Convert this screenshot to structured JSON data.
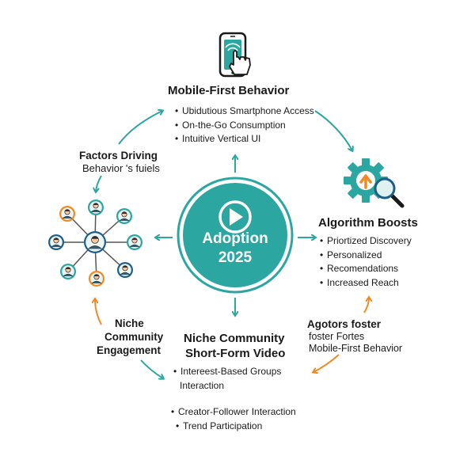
{
  "center": {
    "line1": "Adoption",
    "line2": "2025"
  },
  "mobile": {
    "title": "Mobile-First Behavior",
    "items": [
      "Ubidutious Smartphone Access",
      "On-the-Go Consumption",
      "Intuitive Vertical UI"
    ]
  },
  "algorithm": {
    "title": "Algorithm Boosts",
    "items": [
      "Priortized Discovery",
      "Personalized",
      "Recomendations",
      "Increased Reach"
    ]
  },
  "niche": {
    "title_line1": "Niche Community",
    "title_line2": "Short-Form Video",
    "items": [
      "Intereest-Based Groups",
      "Interaction"
    ],
    "items2": [
      "Creator-Follower Interaction",
      "Trend Participation"
    ]
  },
  "factors": {
    "line1": "Factors Driving",
    "line2": "Behavior 's fuiels"
  },
  "niche_left": {
    "line1": "Niche",
    "line2": "Community",
    "line3": "Engagement"
  },
  "agotors": {
    "line1": "Agotors foster",
    "line2": "foster Fortes",
    "line3": "Mobile-First Behavior"
  },
  "colors": {
    "teal": "#2ba6a0",
    "orange": "#f08a24",
    "dark": "#1a1a1a"
  },
  "icons": [
    "smartphone-touch-icon",
    "gear-search-icon",
    "network-people-icon",
    "play-icon"
  ]
}
